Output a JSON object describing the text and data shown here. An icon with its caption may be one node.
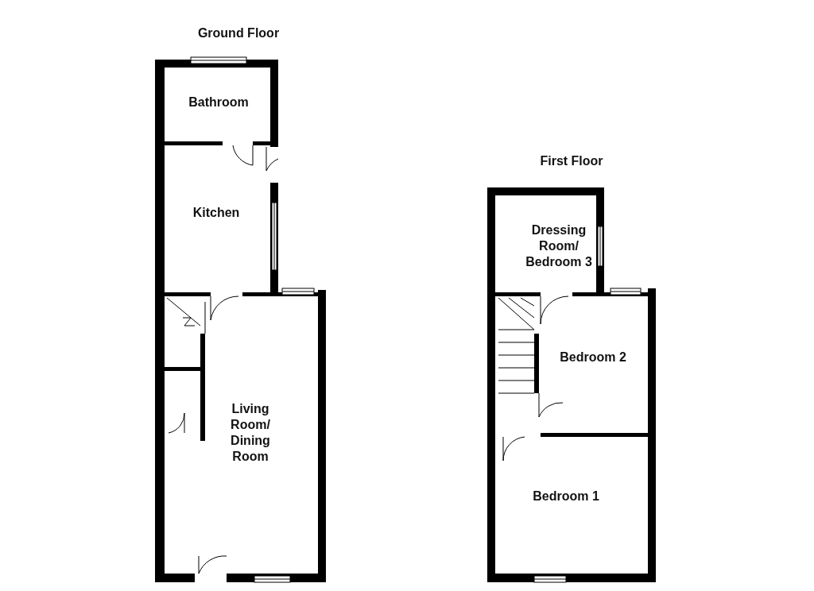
{
  "diagram": {
    "nodes": [
      {
        "text": [
          "Bathroom"
        ]
      },
      {
        "text": [
          "Kitchen"
        ]
      },
      {
        "text": [
          "Living Room/ Dining Room"
        ]
      },
      {
        "text": [
          "Dressing Room/ Bedroom 3"
        ]
      },
      {
        "text": [
          "Bedroom 2"
        ]
      },
      {
        "text": [
          "Bedroom 1"
        ]
      }
    ],
    "edges": [],
    "labels": [
      "Ground Floor",
      "First Floor"
    ]
  }
}
